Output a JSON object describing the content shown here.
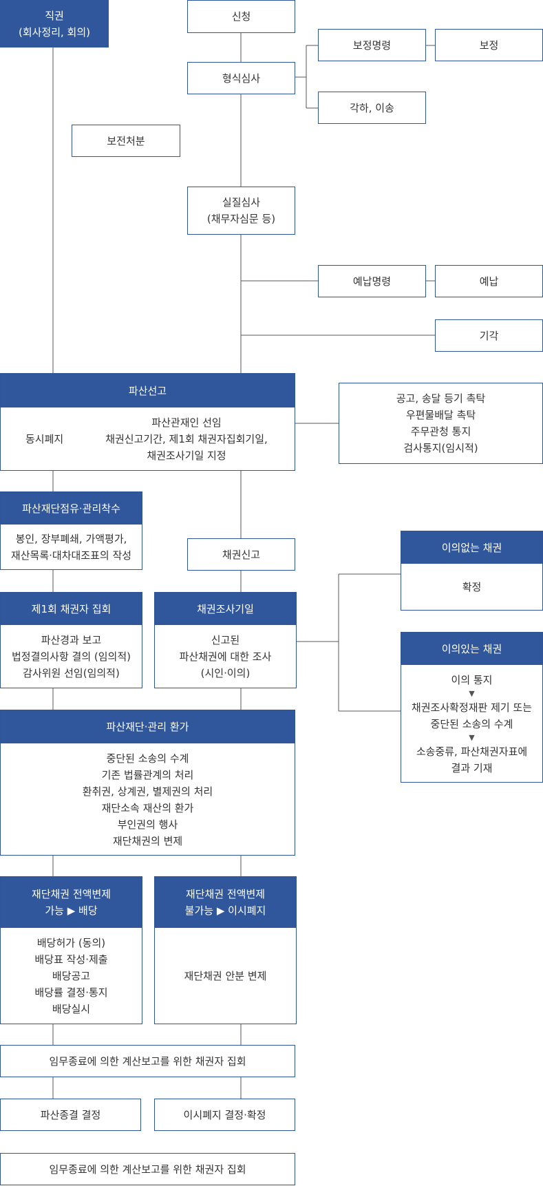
{
  "jikgwon": [
    "직권",
    "(회사정리, 회의)"
  ],
  "sincheong": "신청",
  "bojeong_myeongnyeong": "보정명령",
  "bojeong": "보정",
  "hyeongsik": "형식심사",
  "gakha": "각하, 이송",
  "bojeon": "보전처분",
  "siljil": [
    "실질심사",
    "(채무자심문 등)"
  ],
  "yenap_myeongnyeong": "예납명령",
  "yenap": "예납",
  "gigak": "기각",
  "pasan_seongo": {
    "title": "파산선고",
    "left": "동시폐지",
    "right": [
      "파산관재인 선임",
      "채권신고기간, 제1회 채권자집회기일,",
      "채권조사기일 지정"
    ]
  },
  "gonggo": [
    "공고, 송달 등기 촉탁",
    "우편물배달 촉탁",
    "주무관청 통지",
    "검사통지(임시적)"
  ],
  "jeomyu": {
    "title": "파산재단점유·관리착수",
    "body": [
      "봉인, 장부폐쇄, 가액평가,",
      "재산목록·대차대조표의 작성"
    ]
  },
  "chaegwon_singo": "채권신고",
  "ieui_eopneun": {
    "title": "이의없는 채권",
    "body": "확정"
  },
  "ieui_inneun": {
    "title": "이의있는 채권",
    "steps": [
      [
        "이의 통지"
      ],
      [
        "채권조사확정재판 제기 또는",
        "중단된 소송의 수계"
      ],
      [
        "소송중류, 파산채권자표에",
        "결과 기재"
      ]
    ],
    "arrow": "▼"
  },
  "jiphoe1": {
    "title": "제1회 채권자 집회",
    "body": [
      "파산경과 보고",
      "법정결의사항 결의 (임의적)",
      "감사위원 선임(임의적)"
    ]
  },
  "josa_giil": {
    "title": "채권조사기일",
    "body": [
      "신고된",
      "파산채권에 대한 조사",
      "(시인·이의)"
    ]
  },
  "hwanga": {
    "title": "파산재단·관리 환가",
    "body": [
      "중단된 소송의 수계",
      "기존 법률관계의 처리",
      "환취권, 상계권, 별제권의 처리",
      "재단소속 재산의 환가",
      "부인권의 행사",
      "재단채권의 변제"
    ]
  },
  "baedang": {
    "title": [
      "재단채권 전액변제",
      "가능 ▶ 배당"
    ],
    "body": [
      "배당허가 (동의)",
      "배당표 작성·제출",
      "배당공고",
      "배당률 결정·통지",
      "배당실시"
    ]
  },
  "isi_pyeji": {
    "title": [
      "재단채권 전액변제",
      "불가능 ▶ 이시폐지"
    ],
    "body": [
      "재단채권 안분 변제"
    ]
  },
  "imu_jiphoe": "임무종료에 의한 계산보고를 위한 채권자 집회",
  "pasan_jonggyeol": "파산종결 결정",
  "isi_pyeji_gyeoljeong": "이시폐지 결정·확정",
  "imu_jiphoe_final": "임무종료에 의한 계산보고를 위한 채권자 집회",
  "colors": {
    "header": "#30579c",
    "border": "#2f5597",
    "line": "#555555"
  }
}
